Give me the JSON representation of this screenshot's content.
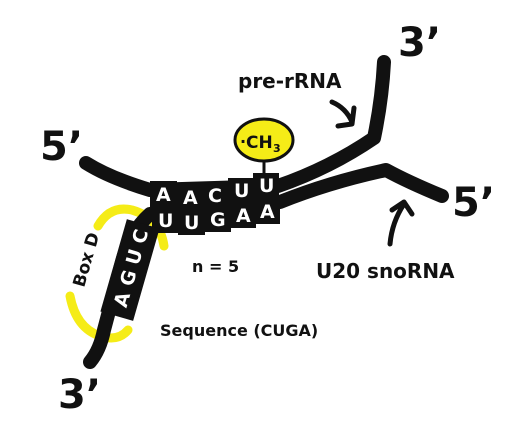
{
  "labels": {
    "pre_rrna": "pre-rRNA",
    "snorna": "U20 snoRNA",
    "box_d": "Box D",
    "n_count": "n = 5",
    "sequence": "Sequence (CUGA)",
    "methyl": "CH",
    "methyl_sub": "3",
    "methyl_dot": "·"
  },
  "ends": {
    "pre_rrna_5": "5’",
    "pre_rrna_3": "3’",
    "snorna_5": "5’",
    "snorna_3": "3’"
  },
  "duplex": {
    "top": [
      "A",
      "A",
      "C",
      "U",
      "U"
    ],
    "bottom": [
      "U",
      "U",
      "G",
      "A",
      "A"
    ]
  },
  "box_d_letters": [
    "C",
    "U",
    "G",
    "A"
  ],
  "colors": {
    "ink": "#111111",
    "highlight": "#f5ec17",
    "nucleotide_text": "#ffffff",
    "background": "#ffffff"
  }
}
